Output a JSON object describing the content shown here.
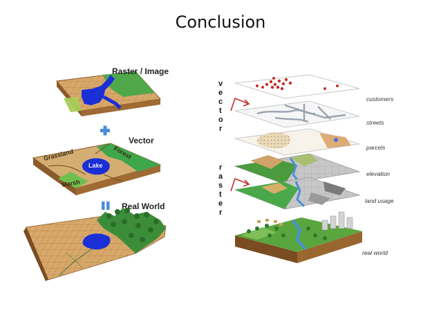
{
  "slide": {
    "title": "Conclusion"
  },
  "left_panel": {
    "raster_label": "Raster / Image",
    "vector_label": "Vector",
    "real_world_label": "Real World",
    "region_labels": [
      "Grassland",
      "Forest",
      "Lake",
      "Marsh"
    ],
    "plus_symbol": "+",
    "equals_symbol": "="
  },
  "right_panel": {
    "vector_letters": [
      "v",
      "e",
      "c",
      "t",
      "o",
      "r"
    ],
    "raster_letters": [
      "r",
      "a",
      "s",
      "t",
      "e",
      "r"
    ],
    "layers": [
      "customers",
      "streets",
      "parcels",
      "elevation",
      "land usage",
      "real world"
    ]
  },
  "colors": {
    "water": "#1a2fd6",
    "green": "#3fa64a",
    "tan": "#cfa36a",
    "accent_blue": "#4a8fd8",
    "arrow_red": "#c0302a"
  }
}
